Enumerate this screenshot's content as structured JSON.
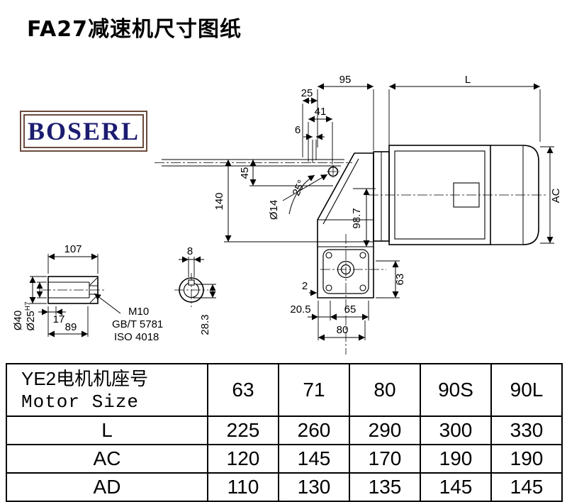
{
  "page": {
    "title": "FA27减速机尺寸图纸"
  },
  "logo": {
    "text": "BOSERL"
  },
  "colors": {
    "line": "#000000",
    "logo_border": "#6a4a3c",
    "logo_text": "#1c1c70"
  },
  "drawing": {
    "dims": {
      "d95": "95",
      "d25": "25",
      "L": "L",
      "d41": "41",
      "d6": "6",
      "d45": "45",
      "d140": "140",
      "phi14": "Ø14",
      "angle25": "25°",
      "d98_7": "98.7",
      "AC": "AC",
      "d63": "63",
      "d2": "2",
      "d20_5": "20.5",
      "d65": "65",
      "d80": "80",
      "d107": "107",
      "d8": "8",
      "d17": "17",
      "d89": "89",
      "phi40": "Ø40",
      "phi25_base": "Ø25",
      "phi25_tol": "H7",
      "d28_3": "28.3",
      "m10": "M10",
      "gbt": "GB/T 5781",
      "iso": "ISO 4018"
    }
  },
  "table": {
    "header_row": {
      "label_cn": "YE2电机机座号",
      "label_en": "Motor Size",
      "cols": [
        "63",
        "71",
        "80",
        "90S",
        "90L"
      ]
    },
    "rows": [
      {
        "label": "L",
        "values": [
          "225",
          "260",
          "290",
          "300",
          "330"
        ]
      },
      {
        "label": "AC",
        "values": [
          "120",
          "145",
          "170",
          "190",
          "190"
        ]
      },
      {
        "label": "AD",
        "values": [
          "110",
          "130",
          "135",
          "145",
          "145"
        ]
      }
    ]
  }
}
